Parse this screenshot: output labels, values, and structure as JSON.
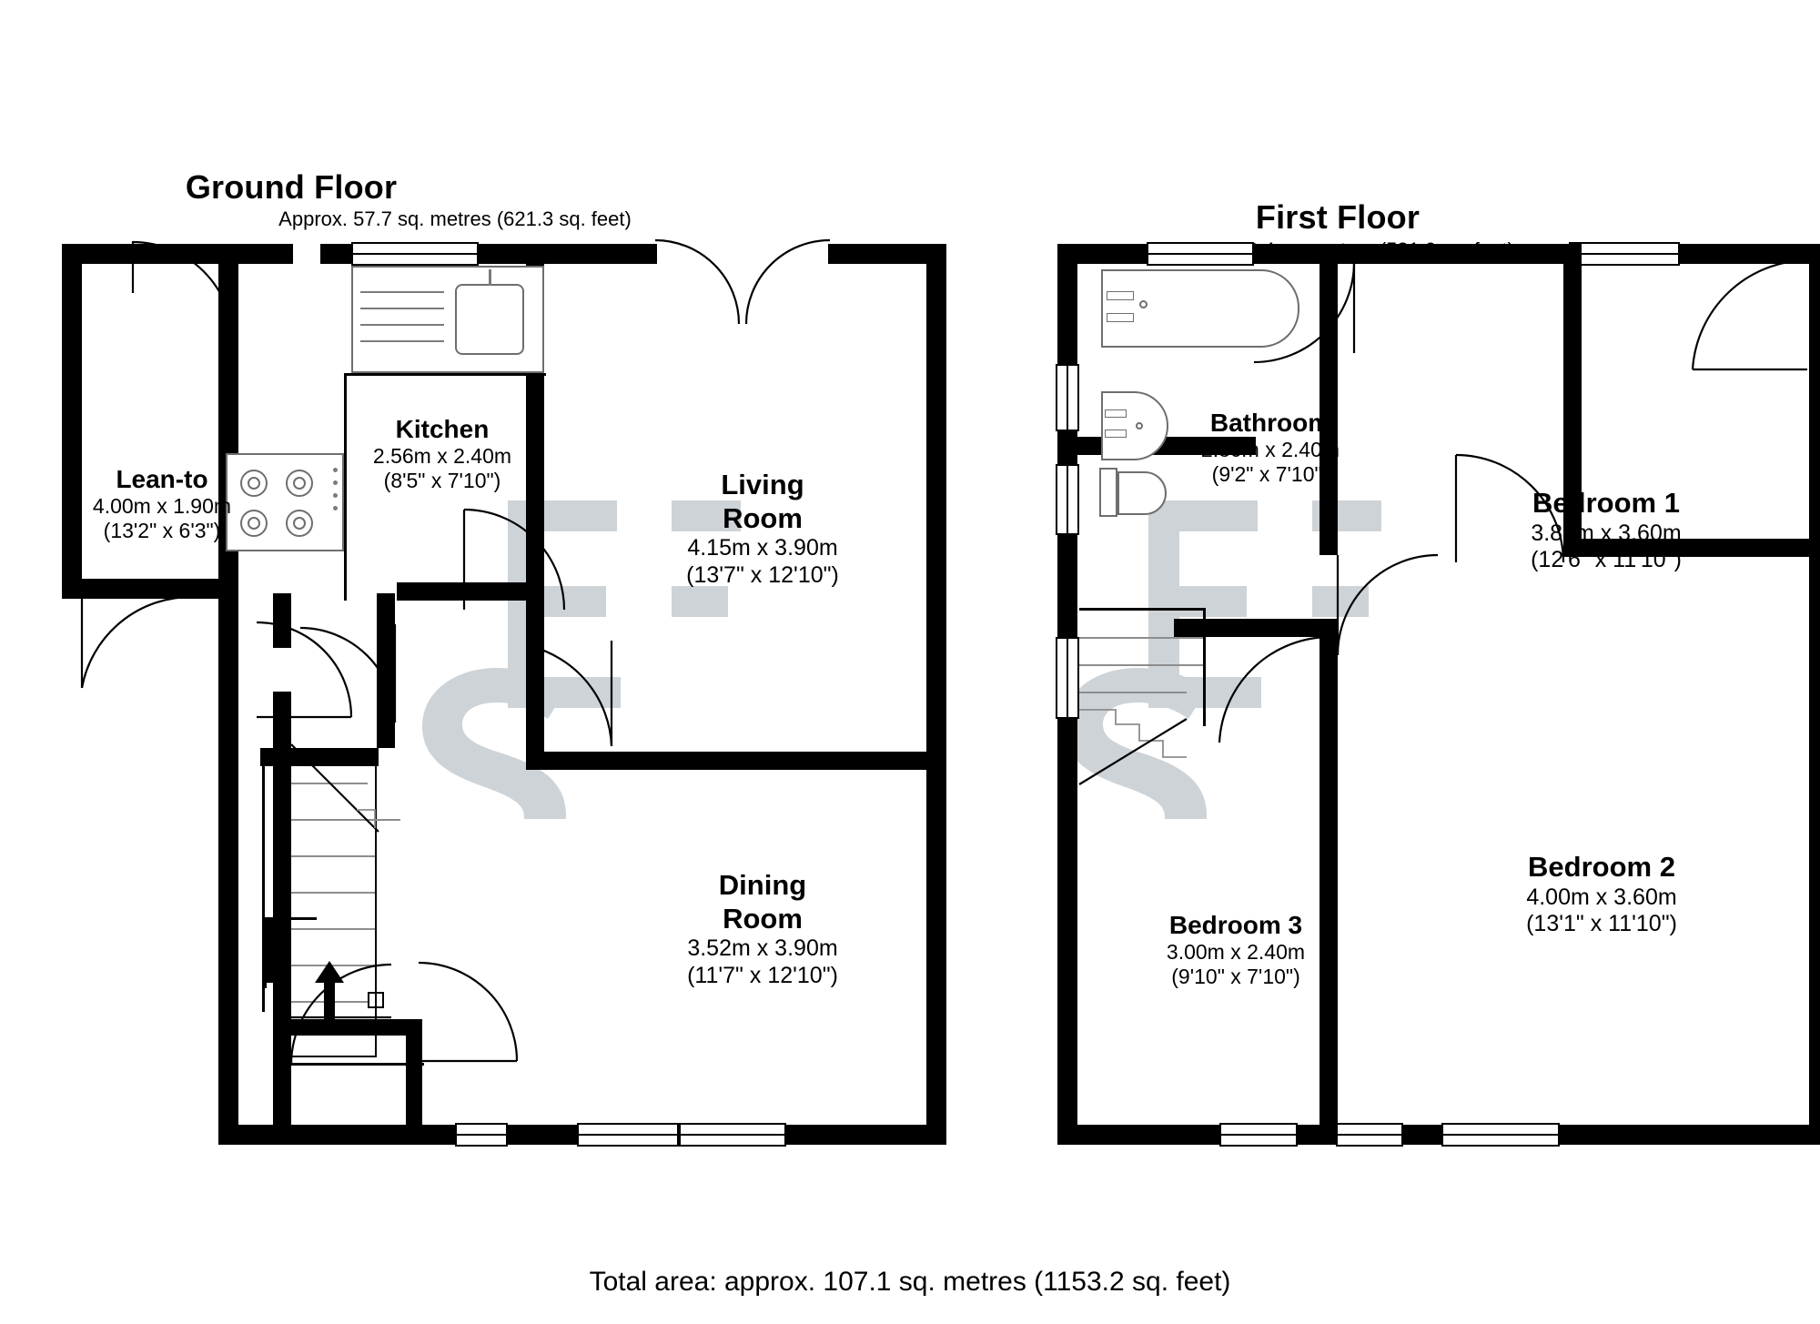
{
  "document": {
    "type": "floor-plan",
    "watermark_letters": "ES"
  },
  "floors": [
    {
      "id": "ground",
      "title": "Ground Floor",
      "area_line": "Approx. 57.7 sq. metres (621.3 sq. feet)",
      "rooms": [
        {
          "id": "lean-to",
          "name": "Lean-to",
          "name2": "",
          "metric": "4.00m x 1.90m",
          "imperial": "(13'2\" x 6'3\")"
        },
        {
          "id": "kitchen",
          "name": "Kitchen",
          "name2": "",
          "metric": "2.56m x 2.40m",
          "imperial": "(8'5\" x 7'10\")"
        },
        {
          "id": "living-room",
          "name": "Living",
          "name2": "Room",
          "metric": "4.15m x 3.90m",
          "imperial": "(13'7\" x 12'10\")"
        },
        {
          "id": "dining-room",
          "name": "Dining",
          "name2": "Room",
          "metric": "3.52m x 3.90m",
          "imperial": "(11'7\" x 12'10\")"
        }
      ]
    },
    {
      "id": "first",
      "title": "First Floor",
      "area_line": "Approx. 49.4 sq. metres (531.9 sq. feet)",
      "rooms": [
        {
          "id": "bathroom",
          "name": "Bathroom",
          "name2": "",
          "metric": "2.80m x 2.40m",
          "imperial": "(9'2\" x 7'10\")"
        },
        {
          "id": "bedroom-1",
          "name": "Bedroom 1",
          "name2": "",
          "metric": "3.80m x 3.60m",
          "imperial": "(12'6\" x 11'10\")"
        },
        {
          "id": "bedroom-2",
          "name": "Bedroom 2",
          "name2": "",
          "metric": "4.00m x 3.60m",
          "imperial": "(13'1\" x 11'10\")"
        },
        {
          "id": "bedroom-3",
          "name": "Bedroom 3",
          "name2": "",
          "metric": "3.00m x 2.40m",
          "imperial": "(9'10\" x 7'10\")"
        }
      ]
    }
  ],
  "footer": {
    "total_area": "Total area: approx. 107.1 sq. metres (1153.2 sq. feet)"
  },
  "colors": {
    "wall": "#000000",
    "floor": "#ffffff",
    "fixture_stroke": "#6e6e6e",
    "watermark": "#ccd1d6",
    "text": "#000000"
  }
}
